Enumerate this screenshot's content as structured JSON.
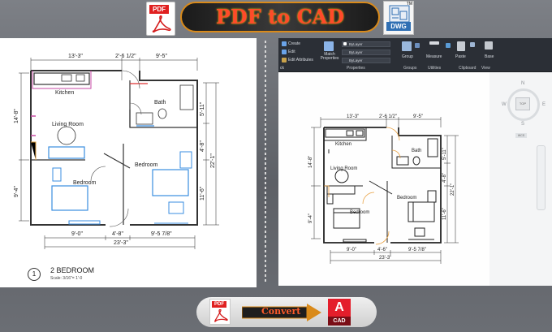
{
  "header": {
    "title": "PDF to CAD",
    "pdf_icon_label": "PDF",
    "dwg_icon_label": "DWG",
    "dwg_tm": "TM"
  },
  "left_plan": {
    "dims_top": [
      "13'-3\"",
      "2'-6 1/2\"",
      "9'-5\""
    ],
    "dims_left": [
      "14'-8\"",
      "9'-4\""
    ],
    "dims_right": [
      "5'-11\"",
      "4'-8\"",
      "22'-1\"",
      "11'-6\""
    ],
    "dims_bottom": [
      "9'-0\"",
      "4'-8\"",
      "9'-5 7/8\"",
      "23'-3\""
    ],
    "rooms": [
      "Kitchen",
      "Bath",
      "Living Room",
      "Bedroom",
      "Bedroom"
    ],
    "title_block": {
      "number": "1",
      "title": "2 BEDROOM",
      "scale": "Scale: 3/16\"= 1'-0"
    }
  },
  "cad": {
    "ribbon": {
      "create": "Create",
      "edit": "Edit",
      "edit_attributes": "Edit Attributes",
      "match_properties": "Match Properties",
      "bylayer_1": "ByLayer",
      "bylayer_2": "ByLayer",
      "bylayer_3": "ByLayer",
      "group": "Group",
      "measure": "Measure",
      "paste": "Paste",
      "base": "Base",
      "groups_properties": "Properties",
      "groups_groups": "Groups",
      "groups_utilities": "Utilities",
      "groups_clipboard": "Clipboard",
      "groups_view": "View",
      "block_label": "ck"
    },
    "plan": {
      "dims_top": [
        "13'-3\"",
        "2'-6 1/2\"",
        "9'-5\""
      ],
      "dims_left": [
        "14'-8\"",
        "9'-4\""
      ],
      "dims_right": [
        "5'-11\"",
        "4'-8\"",
        "22'-1\"",
        "11'-6\""
      ],
      "dims_bottom": [
        "9'-0\"",
        "4'-6\"",
        "9'-5 7/8\"",
        "23'-3\""
      ],
      "rooms": [
        "Kitchen",
        "Bath",
        "Living Room",
        "Bedroom",
        "Bedroom"
      ]
    },
    "viewcube": {
      "n": "N",
      "w": "W",
      "e": "E",
      "s": "S",
      "top": "TOP",
      "wcs": "WCS"
    }
  },
  "footer": {
    "pdf_label": "PDF",
    "convert_label": "Convert",
    "cad_letter": "A",
    "cad_label": "CAD"
  }
}
